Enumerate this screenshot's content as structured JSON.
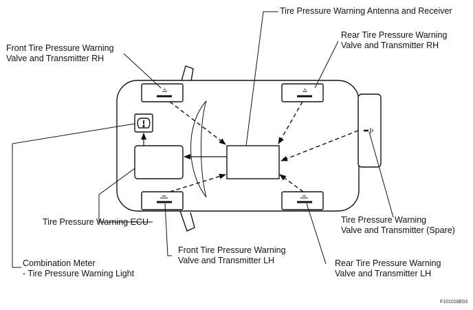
{
  "labels": {
    "antenna_receiver": "Tire Pressure Warning Antenna and Receiver",
    "rear_rh_line1": "Rear Tire Pressure Warning",
    "rear_rh_line2": "Valve and Transmitter RH",
    "front_rh_line1": "Front Tire Pressure Warning",
    "front_rh_line2": "Valve and Transmitter RH",
    "ecu": "Tire Pressure Warning ECU",
    "spare_line1": "Tire Pressure Warning",
    "spare_line2": "Valve and Transmitter (Spare)",
    "front_lh_line1": "Front Tire Pressure Warning",
    "front_lh_line2": "Valve and Transmitter LH",
    "combo_line1": "Combination Meter",
    "combo_line2": "- Tire Pressure Warning Light",
    "rear_lh_line1": "Rear Tire Pressure Warning",
    "rear_lh_line2": "Valve and Transmitter LH",
    "figure_code": "F101016E03"
  },
  "icons": {
    "warning_light": "tire-pressure-warning-icon"
  }
}
